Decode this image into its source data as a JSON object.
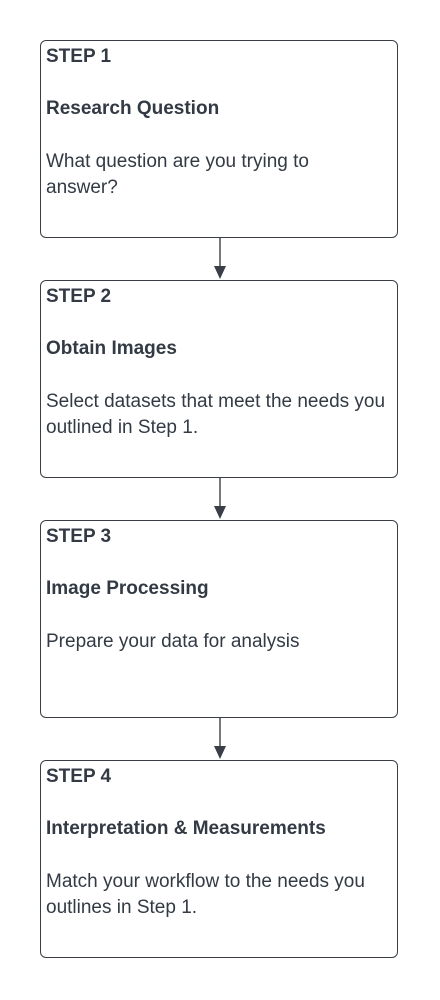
{
  "steps": [
    {
      "number": "STEP 1",
      "title": "Research Question",
      "description": "What question are you trying to answer?"
    },
    {
      "number": "STEP 2",
      "title": "Obtain Images",
      "description": "Select datasets that meet the needs you outlined in Step 1."
    },
    {
      "number": "STEP 3",
      "title": "Image Processing",
      "description": "Prepare your data for analysis"
    },
    {
      "number": "STEP 4",
      "title": "Interpretation & Measurements",
      "description": "Match your workflow to the needs you outlines in Step 1."
    }
  ],
  "colors": {
    "text": "#333a44",
    "border": "#3a3f47",
    "arrow": "#3a3f47",
    "background": "#ffffff"
  }
}
